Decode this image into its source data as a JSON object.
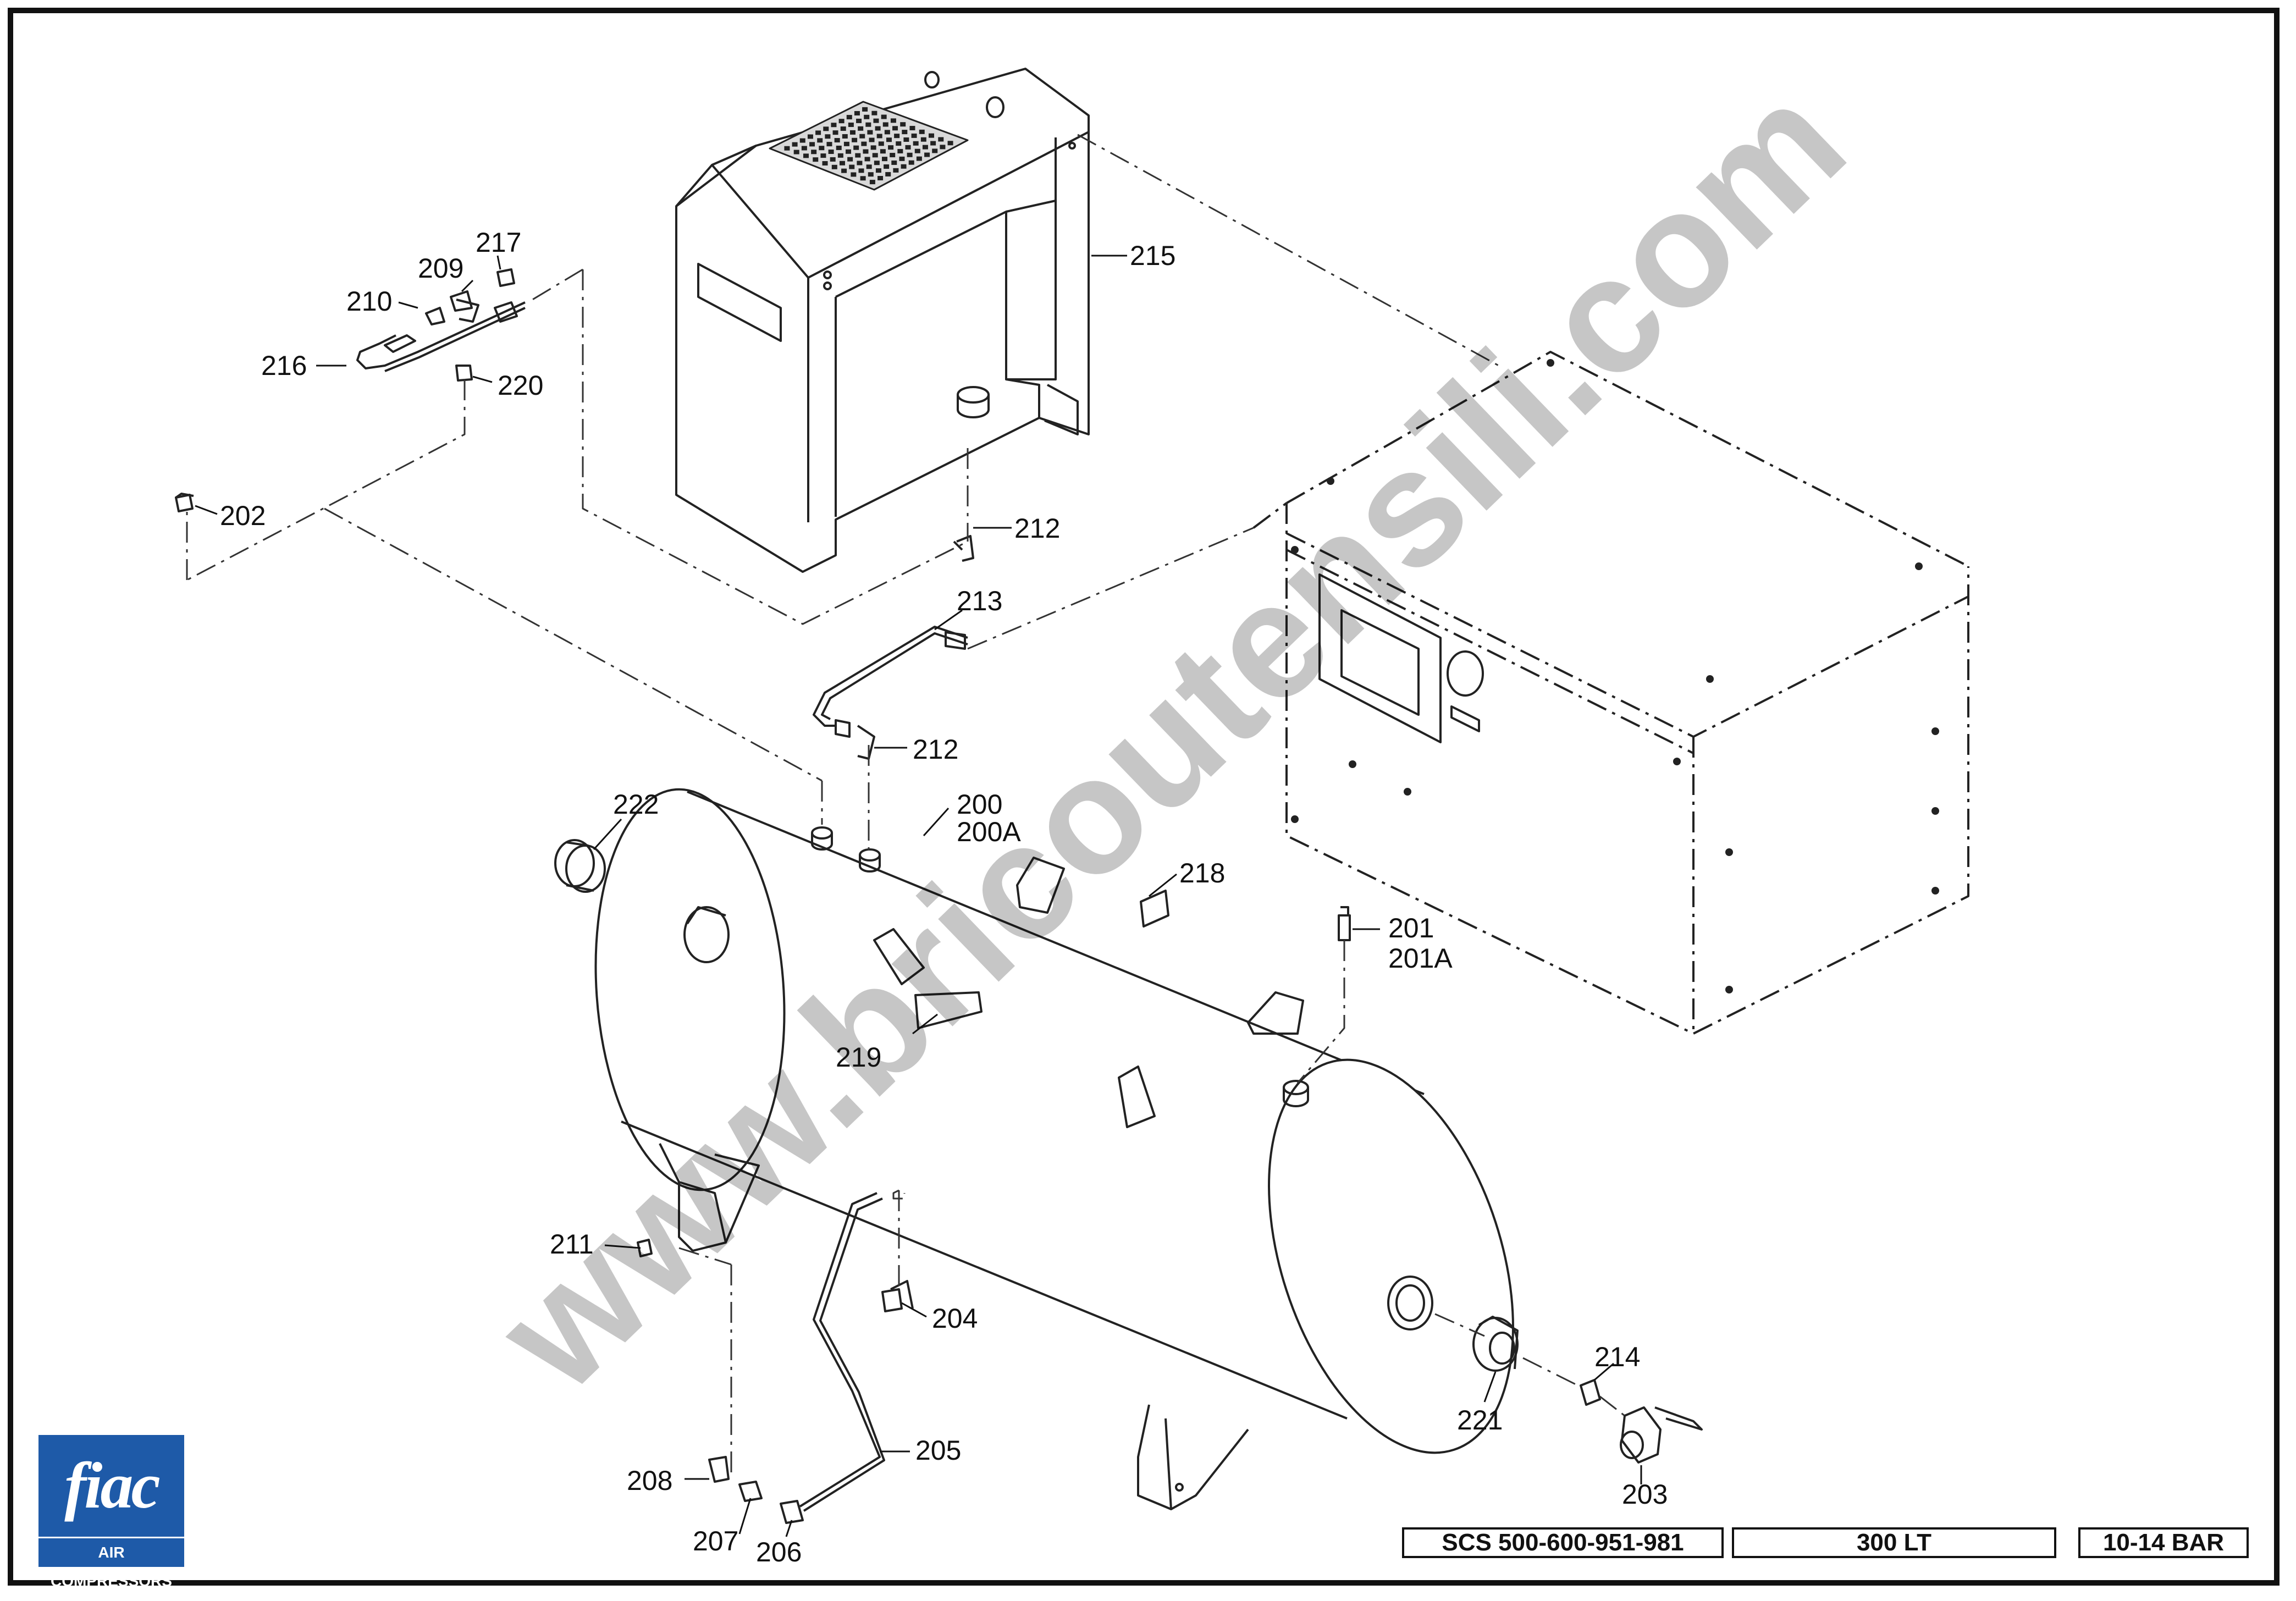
{
  "watermark": "www.bricoutensili.com",
  "callouts": {
    "c200": "200",
    "c200a": "200A",
    "c201": "201",
    "c201a": "201A",
    "c202": "202",
    "c203": "203",
    "c204": "204",
    "c205": "205",
    "c206": "206",
    "c207": "207",
    "c208": "208",
    "c209": "209",
    "c210": "210",
    "c211": "211",
    "c212a": "212",
    "c212b": "212",
    "c213": "213",
    "c214": "214",
    "c215": "215",
    "c216": "216",
    "c217": "217",
    "c218": "218",
    "c219": "219",
    "c220": "220",
    "c221": "221",
    "c222": "222"
  },
  "title_block": {
    "model": "SCS 500-600-951-981",
    "capacity": "300 LT",
    "pressure": "10-14 BAR"
  },
  "logo": {
    "brand": "fiac",
    "tagline": "AIR COMPRESSORS",
    "brand_color": "#1e5aa8"
  }
}
